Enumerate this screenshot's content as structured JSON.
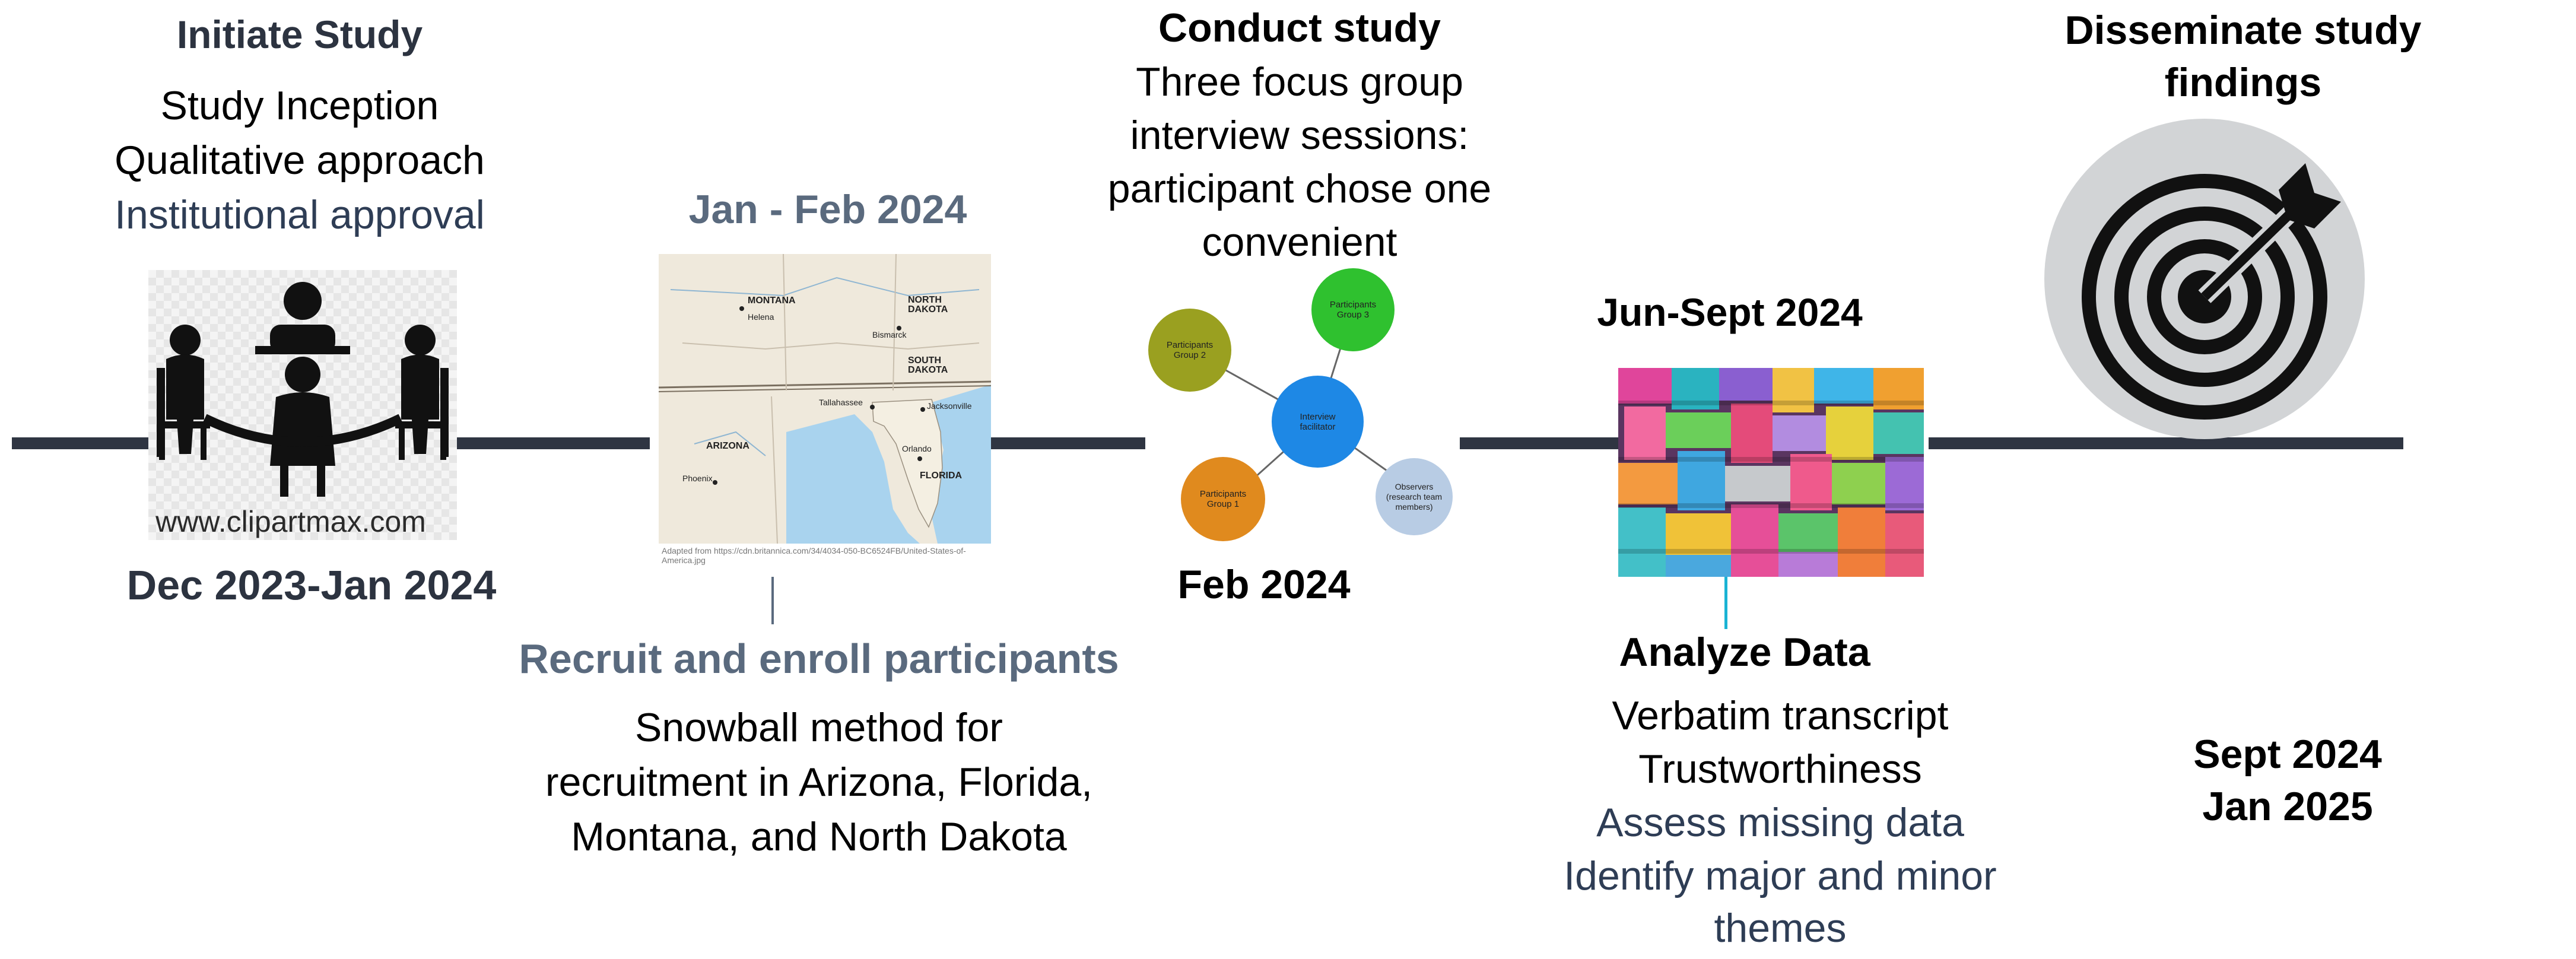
{
  "stage1": {
    "title": "Initiate Study",
    "items": [
      "Study Inception",
      "Qualitative approach",
      "Institutional approval"
    ],
    "watermark": "www.clipartmax.com",
    "date": "Dec 2023-Jan 2024"
  },
  "stage2": {
    "date": "Jan - Feb 2024",
    "map_labels": [
      "MONTANA",
      "Helena",
      "NORTH DAKOTA",
      "Bismarck",
      "SOUTH DAKOTA",
      "ARIZONA",
      "Phoenix",
      "Tallahassee",
      "Jacksonville",
      "Orlando",
      "FLORIDA"
    ],
    "map_caption": "Adapted from https://cdn.britannica.com/34/4034-050-BC6524FB/United-States-of-America.jpg",
    "title": "Recruit and enroll participants",
    "items": [
      "Snowball method for",
      "recruitment in Arizona, Florida,",
      "Montana, and North Dakota"
    ]
  },
  "stage3": {
    "title": "Conduct study",
    "items": [
      "Three focus group",
      "interview sessions:",
      "participant chose one",
      "convenient"
    ],
    "nodes": {
      "center": "Interview facilitator",
      "g1": "Participants Group 1",
      "g2": "Participants Group 2",
      "g3": "Participants Group 3",
      "obs": "Observers (research team members)"
    },
    "date": "Feb 2024"
  },
  "stage4": {
    "date": "Jun-Sept 2024",
    "title": "Analyze Data",
    "items": [
      "Verbatim transcript",
      "Trustworthiness",
      "Assess missing data",
      "Identify major and minor",
      "themes"
    ]
  },
  "stage5": {
    "title_lines": [
      "Disseminate study",
      "findings"
    ],
    "date_lines": [
      "Sept 2024",
      "Jan 2025"
    ]
  },
  "colors": {
    "line": "#2f3542",
    "slate_heading": "#5a6a7e",
    "dark_heading": "#2c3340",
    "node_center": "#1e88e5",
    "node_g1": "#e08a1e",
    "node_g2": "#9aa020",
    "node_g3": "#2fc12f",
    "node_obs": "#b8cce4",
    "target_circle": "#d2d4d6"
  }
}
